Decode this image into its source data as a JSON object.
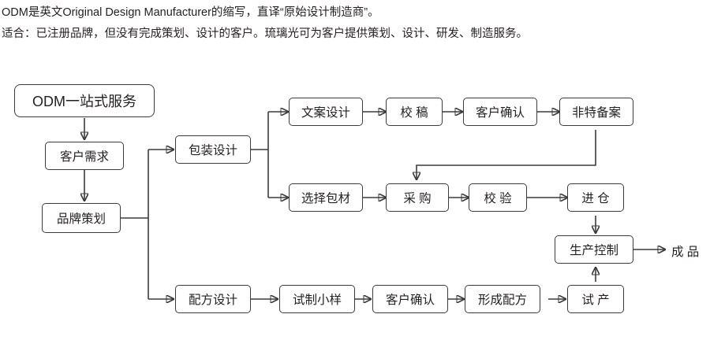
{
  "description": {
    "line1": "ODM是英文Original Design Manufacturer的缩写，直译“原始设计制造商”。",
    "line2": "适合：已注册品牌，但没有完成策划、设计的客户。琉璃光可为客户提供策划、设计、研发、制造服务。"
  },
  "flow": {
    "start": "ODM一站式服务",
    "nodes": {
      "customer_need": "客户需求",
      "brand_planning": "品牌策划",
      "package_design": "包装设计",
      "copy_design": "文案设计",
      "proofread": "校 稿",
      "customer_confirm_1": "客户确认",
      "non_special_record": "非特备案",
      "select_material": "选择包材",
      "purchase": "采 购",
      "inspect": "校 验",
      "warehouse_in": "进 仓",
      "production_control": "生产控制",
      "finished_product": "成 品",
      "formula_design": "配方设计",
      "trial_sample": "试制小样",
      "customer_confirm_2": "客户确认",
      "form_formula": "形成配方",
      "trial_production": "试 产"
    }
  },
  "colors": {
    "stroke": "#3b3b3b",
    "text": "#231f20",
    "background": "#ffffff"
  }
}
